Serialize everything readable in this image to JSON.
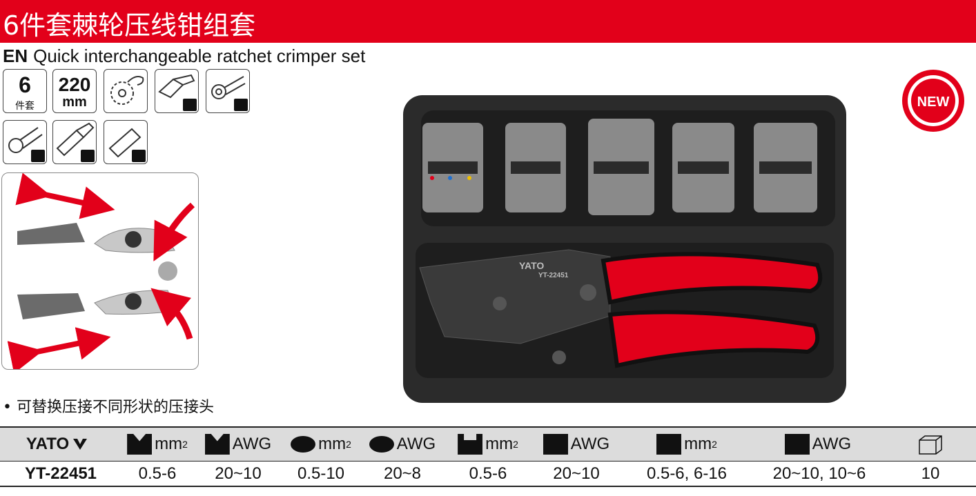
{
  "header": {
    "title": "6件套棘轮压线钳组套"
  },
  "subtitle": {
    "lang": "EN",
    "text": "Quick interchangeable ratchet crimper set"
  },
  "spec_tiles": {
    "count": "6",
    "count_unit": "件套",
    "length": "220",
    "length_unit": "mm"
  },
  "badge": {
    "label": "NEW"
  },
  "note": "• 可替换压接不同形状的压接头",
  "product_image": {
    "brand": "YATO",
    "model": "YT-22451"
  },
  "table": {
    "brand": "YATO",
    "headers": [
      {
        "icon": "crimp-profile-a-icon",
        "unit": "mm",
        "sup": "2"
      },
      {
        "icon": "crimp-profile-a-icon",
        "unit": "AWG",
        "sup": ""
      },
      {
        "icon": "crimp-profile-oval-icon",
        "unit": "mm",
        "sup": "2"
      },
      {
        "icon": "crimp-profile-oval-icon",
        "unit": "AWG",
        "sup": ""
      },
      {
        "icon": "crimp-profile-u-icon",
        "unit": "mm",
        "sup": "2"
      },
      {
        "icon": "crimp-profile-u-icon",
        "unit": "AWG",
        "sup": ""
      },
      {
        "icon": "crimp-profile-square-icon",
        "unit": "mm",
        "sup": "2"
      },
      {
        "icon": "crimp-profile-square-icon",
        "unit": "AWG",
        "sup": ""
      },
      {
        "icon": "box-icon",
        "unit": "",
        "sup": ""
      }
    ],
    "row": {
      "model": "YT-22451",
      "values": [
        "0.5-6",
        "20~10",
        "0.5-10",
        "20~8",
        "0.5-6",
        "20~10",
        "0.5-6, 6-16",
        "20~10, 10~6",
        "10"
      ]
    }
  },
  "colors": {
    "brand_red": "#e2001a",
    "case_black": "#2b2b2b"
  }
}
